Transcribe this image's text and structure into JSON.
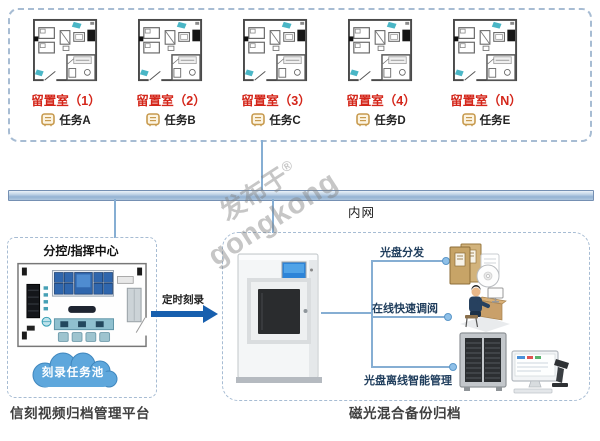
{
  "watermark": {
    "prefix": "发布于",
    "brand": "gongkong",
    "registered": "®"
  },
  "network_bus": {
    "label": "内网"
  },
  "rooms_group": {
    "items": [
      {
        "name": "留置室（1）",
        "task": "任务A"
      },
      {
        "name": "留置室（2）",
        "task": "任务B"
      },
      {
        "name": "留置室（3）",
        "task": "任务C"
      },
      {
        "name": "留置室（4）",
        "task": "任务D"
      },
      {
        "name": "留置室（N）",
        "task": "任务E"
      }
    ]
  },
  "command_center": {
    "title": "分控/指挥中心",
    "cloud_label": "刻录任务池",
    "caption": "信刻视频归档管理平台"
  },
  "flow": {
    "arrow_label": "定时刻录"
  },
  "archive_system": {
    "caption": "磁光混合备份归档",
    "branches": [
      "光盘分发",
      "在线快速调阅",
      "光盘离线智能管理"
    ]
  },
  "colors": {
    "room_label_red": "#d4261a",
    "bus_bar_blue": "#94b3d3",
    "connector_blue": "#86aed3",
    "arrow_blue": "#175fae",
    "cloud_blue": "#5ea7dc",
    "task_icon_tan": "#c79a4e",
    "branch_label_navy": "#1f3d5c",
    "dashed_border": "#a7bcd3"
  }
}
